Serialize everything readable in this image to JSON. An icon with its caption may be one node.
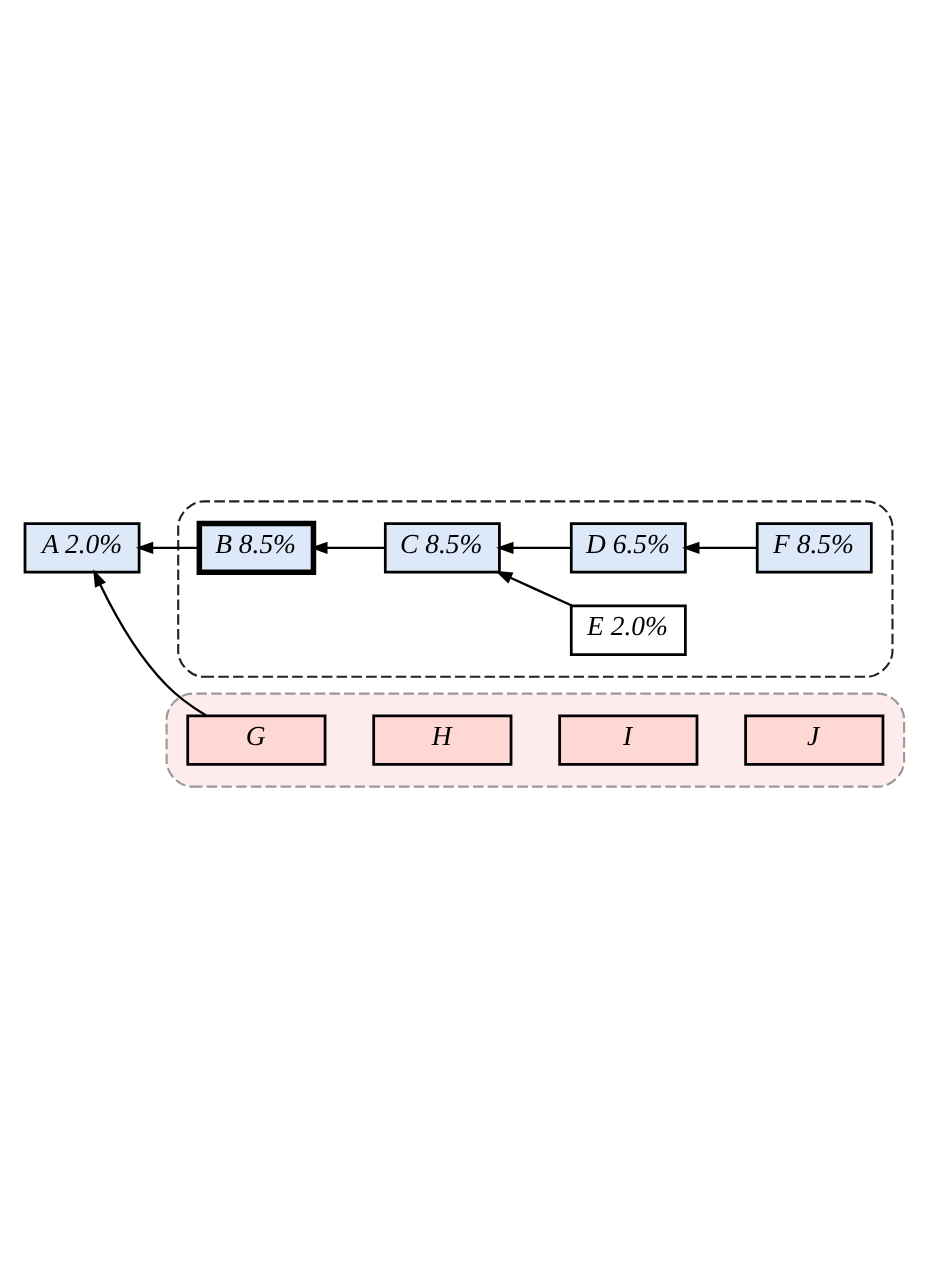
{
  "diagram": {
    "nodes": [
      {
        "text": [
          "A 2.0%"
        ]
      },
      {
        "text": [],
        "shape": "region"
      },
      {
        "text": [
          "B 8.5%"
        ],
        "in": 1
      },
      {
        "text": [
          "C 8.5%"
        ],
        "in": 1
      },
      {
        "text": [
          "D 6.5%"
        ],
        "in": 1
      },
      {
        "text": [
          "F 8.5%"
        ],
        "in": 1
      },
      {
        "text": [
          "E 2.0%"
        ],
        "in": 1
      },
      {
        "text": [],
        "shape": "region"
      },
      {
        "text": [
          "G"
        ],
        "in": 7
      },
      {
        "text": [
          "H"
        ],
        "in": 7
      },
      {
        "text": [
          "I"
        ],
        "in": 7
      },
      {
        "text": [
          "J"
        ],
        "in": 7
      }
    ],
    "edges": [
      {
        "from": 2,
        "to": 0,
        "arrow": "to"
      },
      {
        "from": 3,
        "to": 2,
        "arrow": "to"
      },
      {
        "from": 4,
        "to": 3,
        "arrow": "to"
      },
      {
        "from": 5,
        "to": 4,
        "arrow": "to"
      },
      {
        "from": 6,
        "to": 3,
        "arrow": "to"
      },
      {
        "from": 8,
        "to": 0,
        "arrow": "to"
      }
    ]
  }
}
